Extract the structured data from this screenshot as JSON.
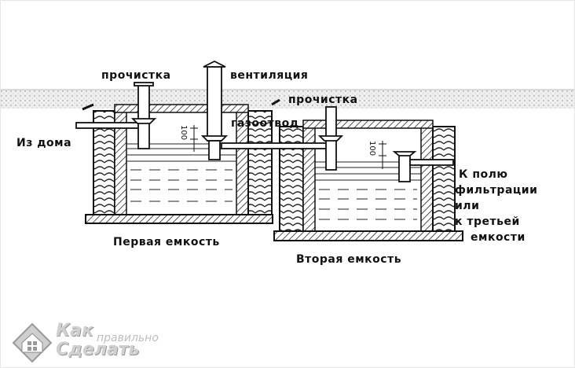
{
  "labels": {
    "cleanout_1": "прочистка",
    "ventilation": "вентиляция",
    "cleanout_2": "прочистка",
    "gas_outlet": "газоотвод",
    "from_house": "Из дома",
    "outlet_line1": "К полю",
    "outlet_line2": "фильтрации",
    "outlet_line3": "или",
    "outlet_line4": "к третьей",
    "outlet_line5": "емкости",
    "tank_1": "Первая емкость",
    "tank_2": "Вторая емкость"
  },
  "dimensions": {
    "gap_1": "100",
    "gap_2": "100"
  },
  "logo": {
    "line1": "Как",
    "line2": "правильно",
    "line3": "Сделать"
  }
}
